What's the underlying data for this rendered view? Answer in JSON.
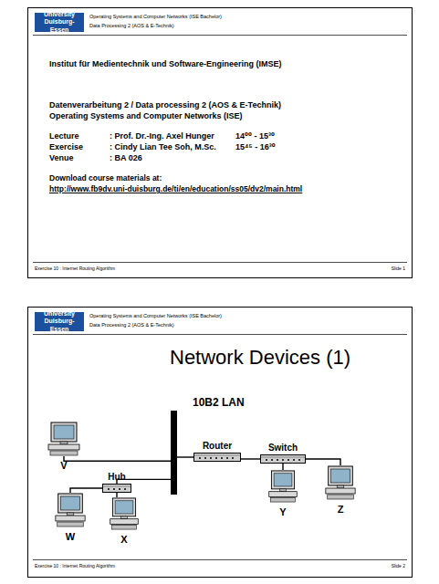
{
  "diagram": {
    "nodes": [
      {
        "text": [
          "University Duisburg-Essen"
        ]
      },
      {
        "text": [
          "University Duisburg-Essen"
        ]
      },
      {
        "text": [
          "10B2 LAN"
        ]
      },
      {
        "text": [
          "V"
        ]
      },
      {
        "text": [
          "Router"
        ]
      },
      {
        "text": [
          "Switch"
        ]
      },
      {
        "text": [
          "Hub"
        ]
      },
      {
        "text": [
          "W"
        ]
      },
      {
        "text": [
          "X"
        ]
      },
      {
        "text": [
          "Y"
        ]
      },
      {
        "text": [
          "Z"
        ]
      }
    ],
    "edges": [
      {
        "from": 2,
        "to": 3,
        "arrow": "none"
      },
      {
        "from": 2,
        "to": 4,
        "arrow": "none"
      },
      {
        "from": 4,
        "to": 5,
        "arrow": "none"
      },
      {
        "from": 2,
        "to": 6,
        "arrow": "none"
      },
      {
        "from": 6,
        "to": 7,
        "arrow": "none"
      },
      {
        "from": 6,
        "to": 8,
        "arrow": "none"
      },
      {
        "from": 5,
        "to": 9,
        "arrow": "none"
      },
      {
        "from": 5,
        "to": 10,
        "arrow": "none"
      }
    ],
    "labels": [
      "Operating Systems and Computer Networks (ISE Bachelor)",
      "Data Processing 2 (AOS & E-Technik)",
      "Institut für Medientechnik und Software-Engineering (IMSE)",
      "Datenverarbeitung 2 / Data processing 2 (AOS & E-Technik)",
      "Operating Systems and Computer Networks (ISE)",
      "Lecture",
      ": Prof. Dr.-Ing. Axel Hunger",
      "14⁰⁰ - 15³⁰",
      "Exercise",
      ": Cindy Lian Tee Soh, M.Sc.",
      "15⁴⁵ - 16³⁰",
      "Venue",
      ": BA 026",
      "Download course materials at:",
      "http://www.fb9dv.uni-duisburg.de/ti/en/education/ss05/dv2/main.html",
      "Exercise 10 : Internet Routing Algorithm",
      "Slide 1",
      "Operating Systems and Computer Networks (ISE Bachelor)",
      "Data Processing 2 (AOS & E-Technik)",
      "Network Devices (1)",
      "Exercise 10 : Internet Routing Algorithm",
      "Slide 2"
    ]
  }
}
